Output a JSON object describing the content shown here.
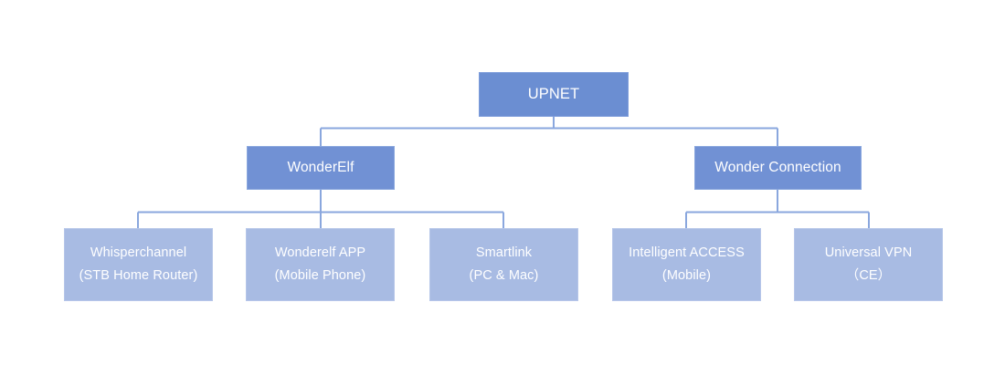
{
  "diagram": {
    "type": "org-chart",
    "background_color": "#ffffff",
    "connector_color": "#8aa7de",
    "colors": {
      "root_fill": "#6b8ed2",
      "branch_fill": "#7191d4",
      "leaf_fill": "#a8bbe3",
      "text": "#ffffff"
    },
    "root": {
      "label": "UPNET"
    },
    "branches": [
      {
        "label": "WonderElf"
      },
      {
        "label": "Wonder Connection"
      }
    ],
    "leaves": [
      {
        "line1": "Whisperchannel",
        "line2": "(STB Home Router)",
        "parent": "WonderElf"
      },
      {
        "line1": "Wonderelf APP",
        "line2": "(Mobile Phone)",
        "parent": "WonderElf"
      },
      {
        "line1": "Smartlink",
        "line2": "(PC & Mac)",
        "parent": "WonderElf"
      },
      {
        "line1": "Intelligent ACCESS",
        "line2": "(Mobile)",
        "parent": "Wonder Connection"
      },
      {
        "line1": "Universal VPN",
        "line2": "（CE）",
        "parent": "Wonder Connection"
      }
    ]
  }
}
